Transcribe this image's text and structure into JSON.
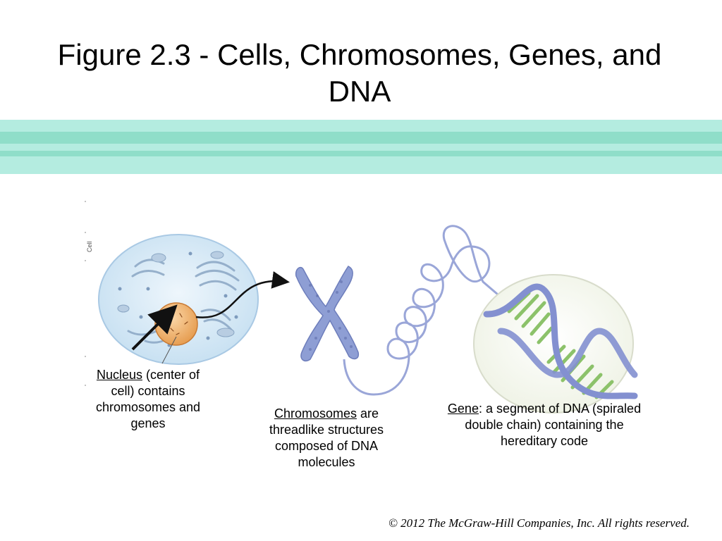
{
  "title": "Figure 2.3 - Cells, Chromosomes, Genes, and DNA",
  "side_label": "Cell",
  "captions": {
    "nucleus": {
      "term": "Nucleus",
      "text": " (center of cell) contains chromosomes and genes"
    },
    "chromosome": {
      "term": "Chromosomes",
      "text": " are threadlike structures composed of DNA molecules"
    },
    "gene": {
      "term": "Gene",
      "text": ": a segment of DNA (spiraled double chain) containing the hereditary code"
    }
  },
  "copyright": "© 2012 The McGraw-Hill Companies, Inc. All rights reserved.",
  "colors": {
    "stripe_light": "#b4ece0",
    "stripe_dark": "#8fdec9",
    "cell_fill": "#d5e8f5",
    "nucleus_fill": "#f0b070",
    "chromosome_fill": "#8e9ed4",
    "dna_backbone": "#8390d0",
    "dna_rungs": "#8cc26a"
  }
}
